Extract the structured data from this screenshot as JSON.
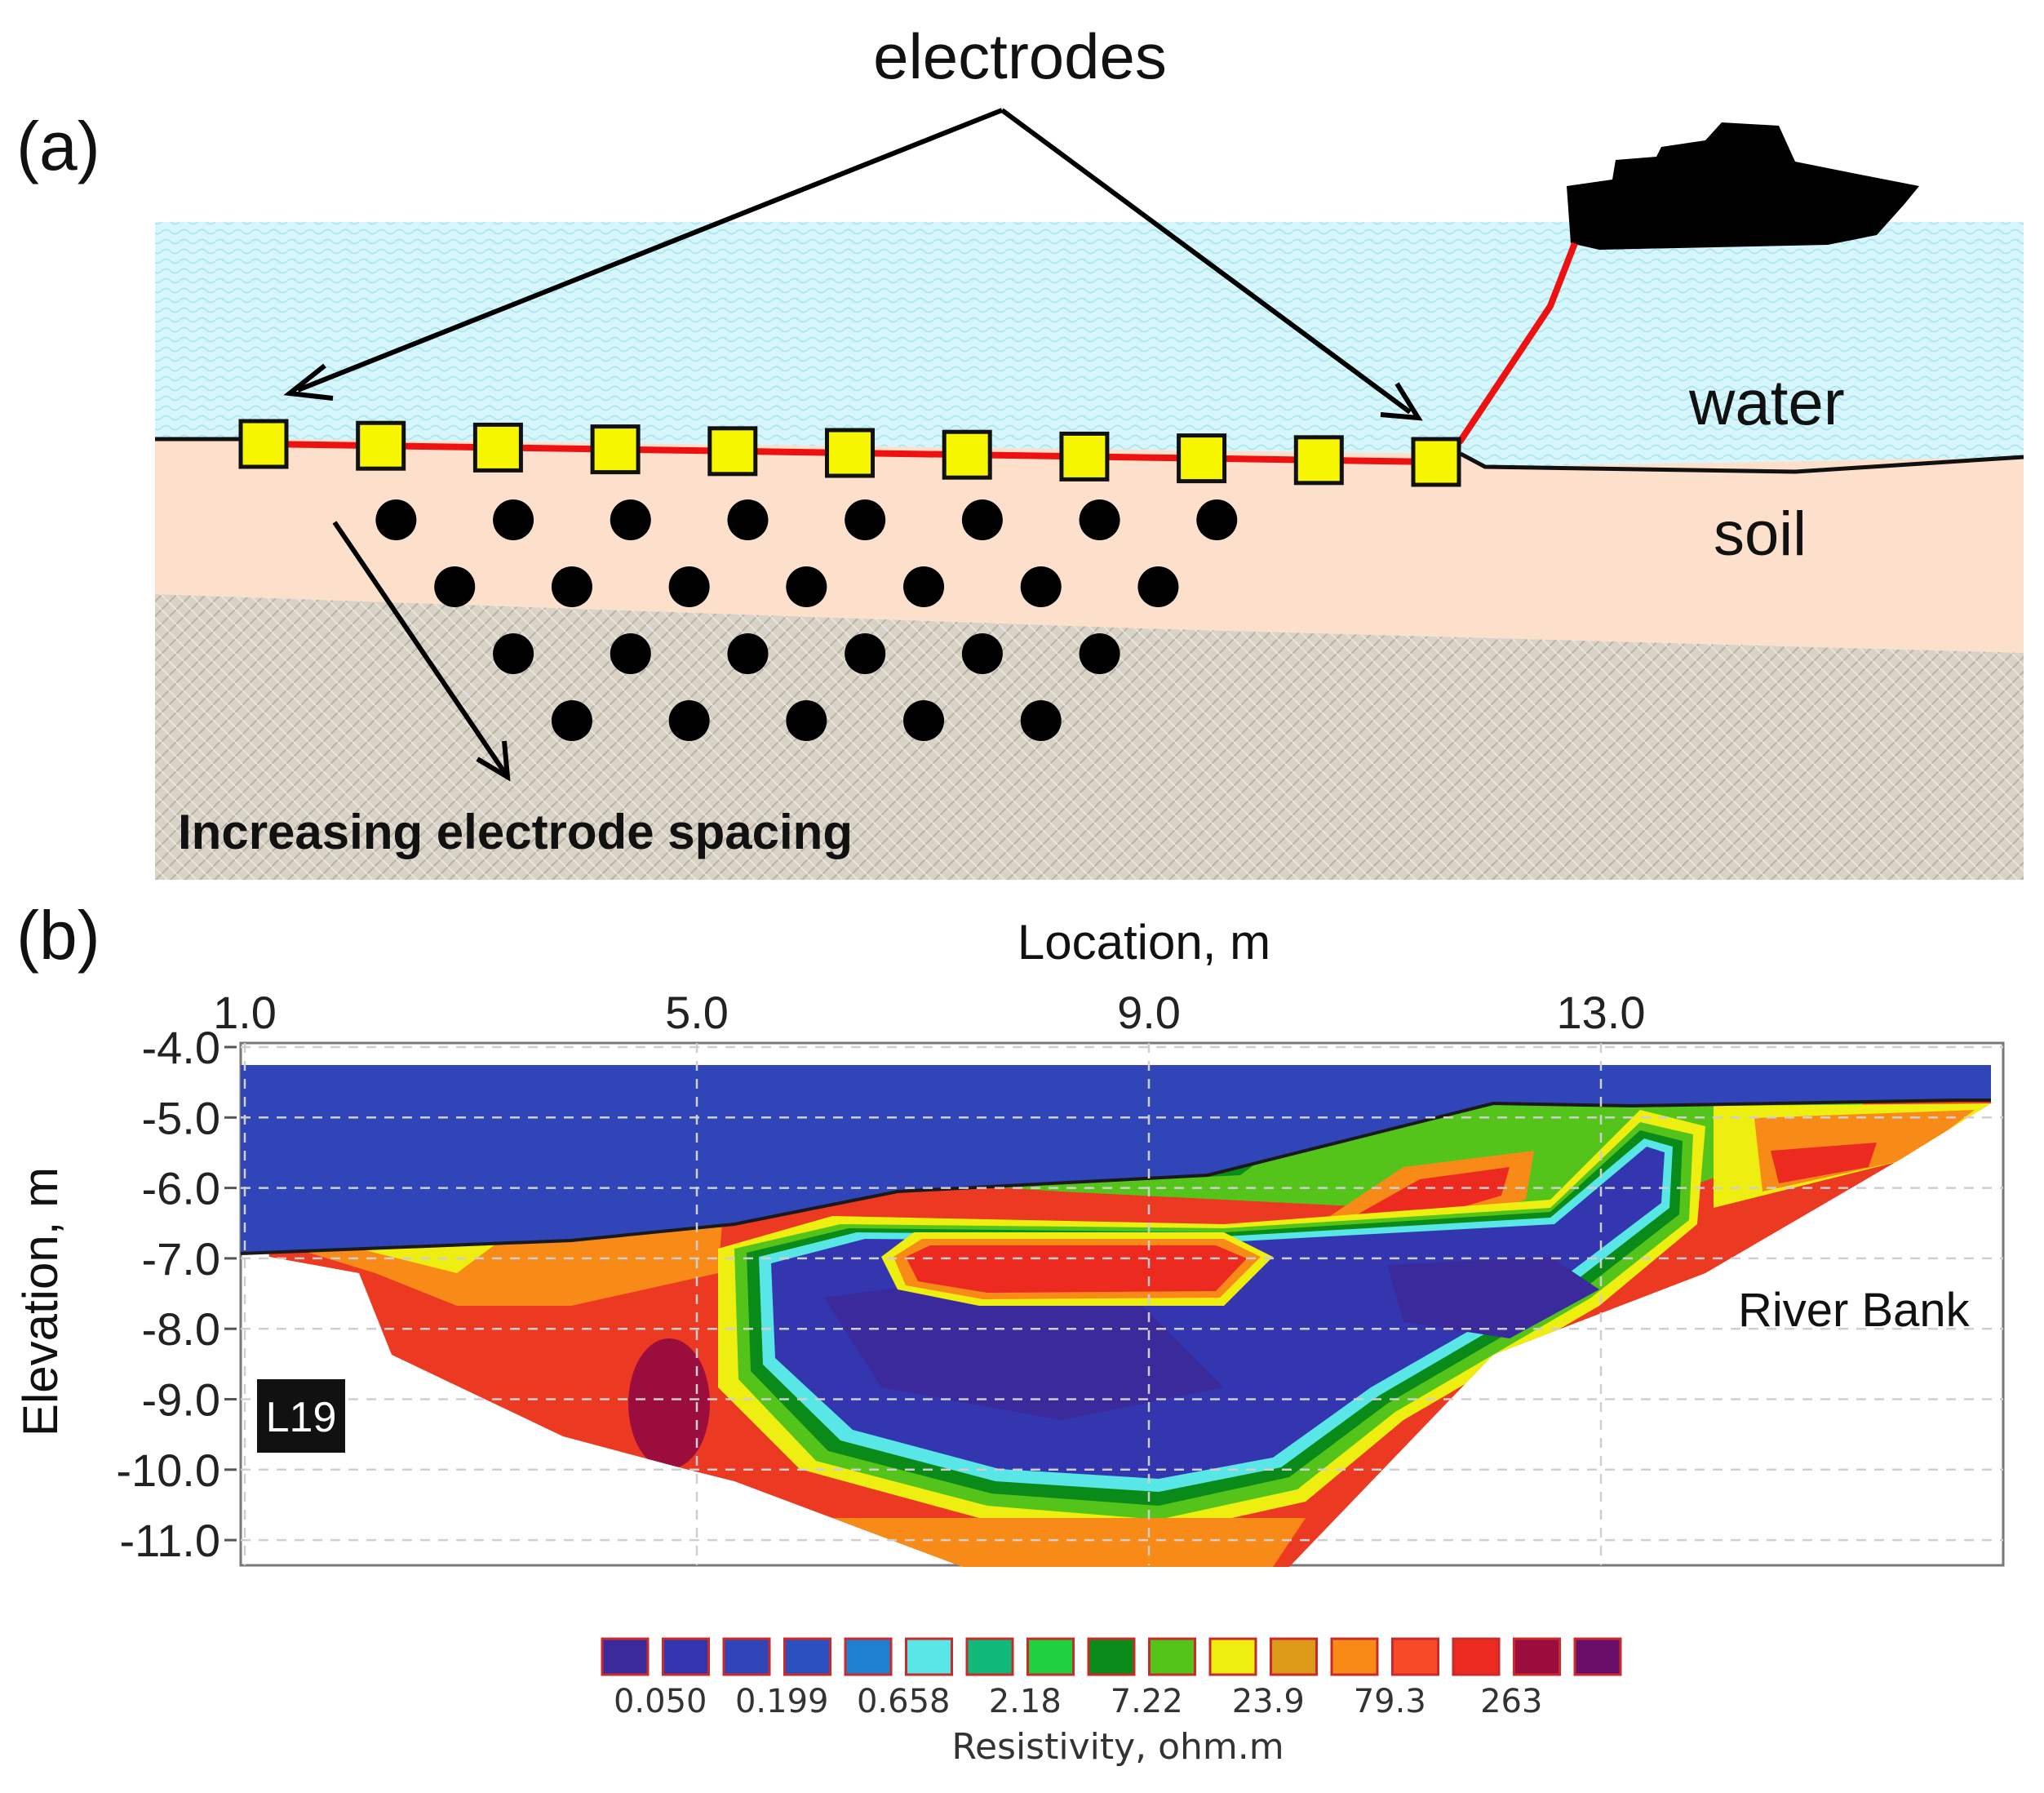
{
  "panel_a": {
    "label": "(a)",
    "electrodes_label": "electrodes",
    "water_label": "water",
    "soil_label": "soil",
    "spacing_label": "Increasing electrode spacing",
    "colors": {
      "water": "#d6f6fb",
      "soil": "#fde0cc",
      "substrate": "#d8d3c6",
      "cable": "#ee1111",
      "electrode_fill": "#f6f600",
      "boat": "#000000"
    },
    "electrode_count": 11,
    "pseudosection_rows": [
      8,
      7,
      6,
      5
    ]
  },
  "panel_b": {
    "label": "(b)",
    "x_axis_title": "Location, m",
    "y_axis_title": "Elevation, m",
    "x_ticks": [
      "1.0",
      "5.0",
      "9.0",
      "13.0"
    ],
    "y_ticks": [
      "-4.0",
      "-5.0",
      "-6.0",
      "-7.0",
      "-8.0",
      "-9.0",
      "-10.0",
      "-11.0"
    ],
    "river_bank_label": "River Bank",
    "line_id": "L19",
    "legend": {
      "title": "Resistivity, ohm.m",
      "labels": [
        "0.050",
        "0.199",
        "0.658",
        "2.18",
        "7.22",
        "23.9",
        "79.3",
        "263"
      ],
      "colors": [
        "#3b2a9c",
        "#3436b0",
        "#2f45b8",
        "#2c4fbf",
        "#1f7fd0",
        "#59e6e6",
        "#10b87a",
        "#1fd040",
        "#0a8a18",
        "#55c41a",
        "#eeee10",
        "#dd9a18",
        "#f88a18",
        "#f84a28",
        "#ec2a20",
        "#9a0d3c",
        "#6a0d68"
      ]
    }
  }
}
